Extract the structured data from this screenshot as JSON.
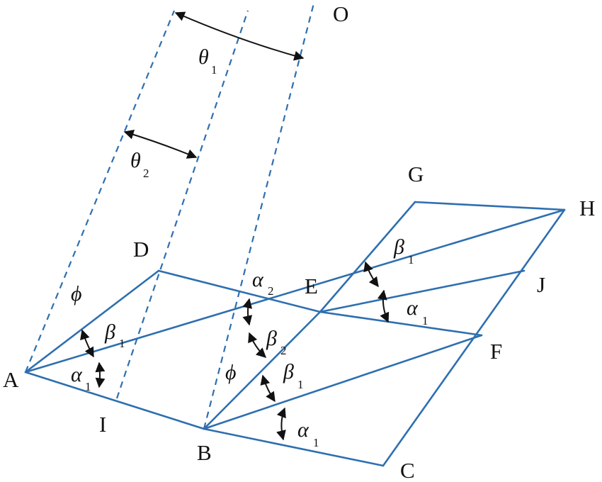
{
  "diagram": {
    "points": {
      "A": "A",
      "B": "B",
      "C": "C",
      "D": "D",
      "E": "E",
      "F": "F",
      "G": "G",
      "H": "H",
      "I": "I",
      "J": "J",
      "O": "O"
    },
    "angles": {
      "theta1": {
        "symbol": "θ",
        "sub": "1"
      },
      "theta2": {
        "symbol": "θ",
        "sub": "2"
      },
      "phi_left": {
        "symbol": "ϕ"
      },
      "phi_mid": {
        "symbol": "ϕ"
      },
      "beta1_left": {
        "symbol": "β",
        "sub": "1"
      },
      "alpha1_left": {
        "symbol": "α",
        "sub": "1"
      },
      "alpha2_mid": {
        "symbol": "α",
        "sub": "2"
      },
      "beta2_mid": {
        "symbol": "β",
        "sub": "2"
      },
      "beta1_mid": {
        "symbol": "β",
        "sub": "1"
      },
      "alpha1_bottom": {
        "symbol": "α",
        "sub": "1"
      },
      "beta1_right": {
        "symbol": "β",
        "sub": "1"
      },
      "alpha1_right": {
        "symbol": "α",
        "sub": "1"
      }
    },
    "colors": {
      "lines": "#2e6fb0",
      "annotations": "#111111"
    }
  }
}
